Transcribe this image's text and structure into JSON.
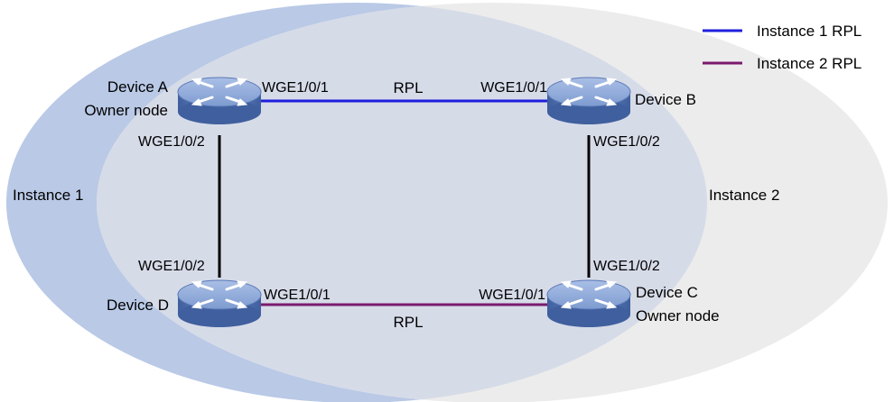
{
  "colors": {
    "instance1_ellipse": "#b9c9e6",
    "instance2_ellipse": "#ececec",
    "overlap": "#d6dbe8",
    "instance1_rpl": "#1f1fdc",
    "instance2_rpl": "#7a1a6e",
    "link": "#000000",
    "switch_top": "#8fa9d8",
    "switch_side": "#4f6fae"
  },
  "legend": [
    {
      "label": "Instance 1 RPL",
      "color": "#1f1fdc"
    },
    {
      "label": "Instance 2 RPL",
      "color": "#7a1a6e"
    }
  ],
  "instances": {
    "instance1": "Instance 1",
    "instance2": "Instance 2"
  },
  "devices": {
    "a": {
      "name": "Device A",
      "role": "Owner node"
    },
    "b": {
      "name": "Device B",
      "role": ""
    },
    "c": {
      "name": "Device C",
      "role": "Owner node"
    },
    "d": {
      "name": "Device D",
      "role": ""
    }
  },
  "ports": {
    "a_right": "WGE1/0/1",
    "a_down": "WGE1/0/2",
    "b_left": "WGE1/0/1",
    "b_down": "WGE1/0/2",
    "d_up": "WGE1/0/2",
    "d_right": "WGE1/0/1",
    "c_up": "WGE1/0/2",
    "c_left": "WGE1/0/1"
  },
  "links": {
    "top_label": "RPL",
    "bottom_label": "RPL"
  },
  "icons": {
    "switch": "switch-icon"
  }
}
